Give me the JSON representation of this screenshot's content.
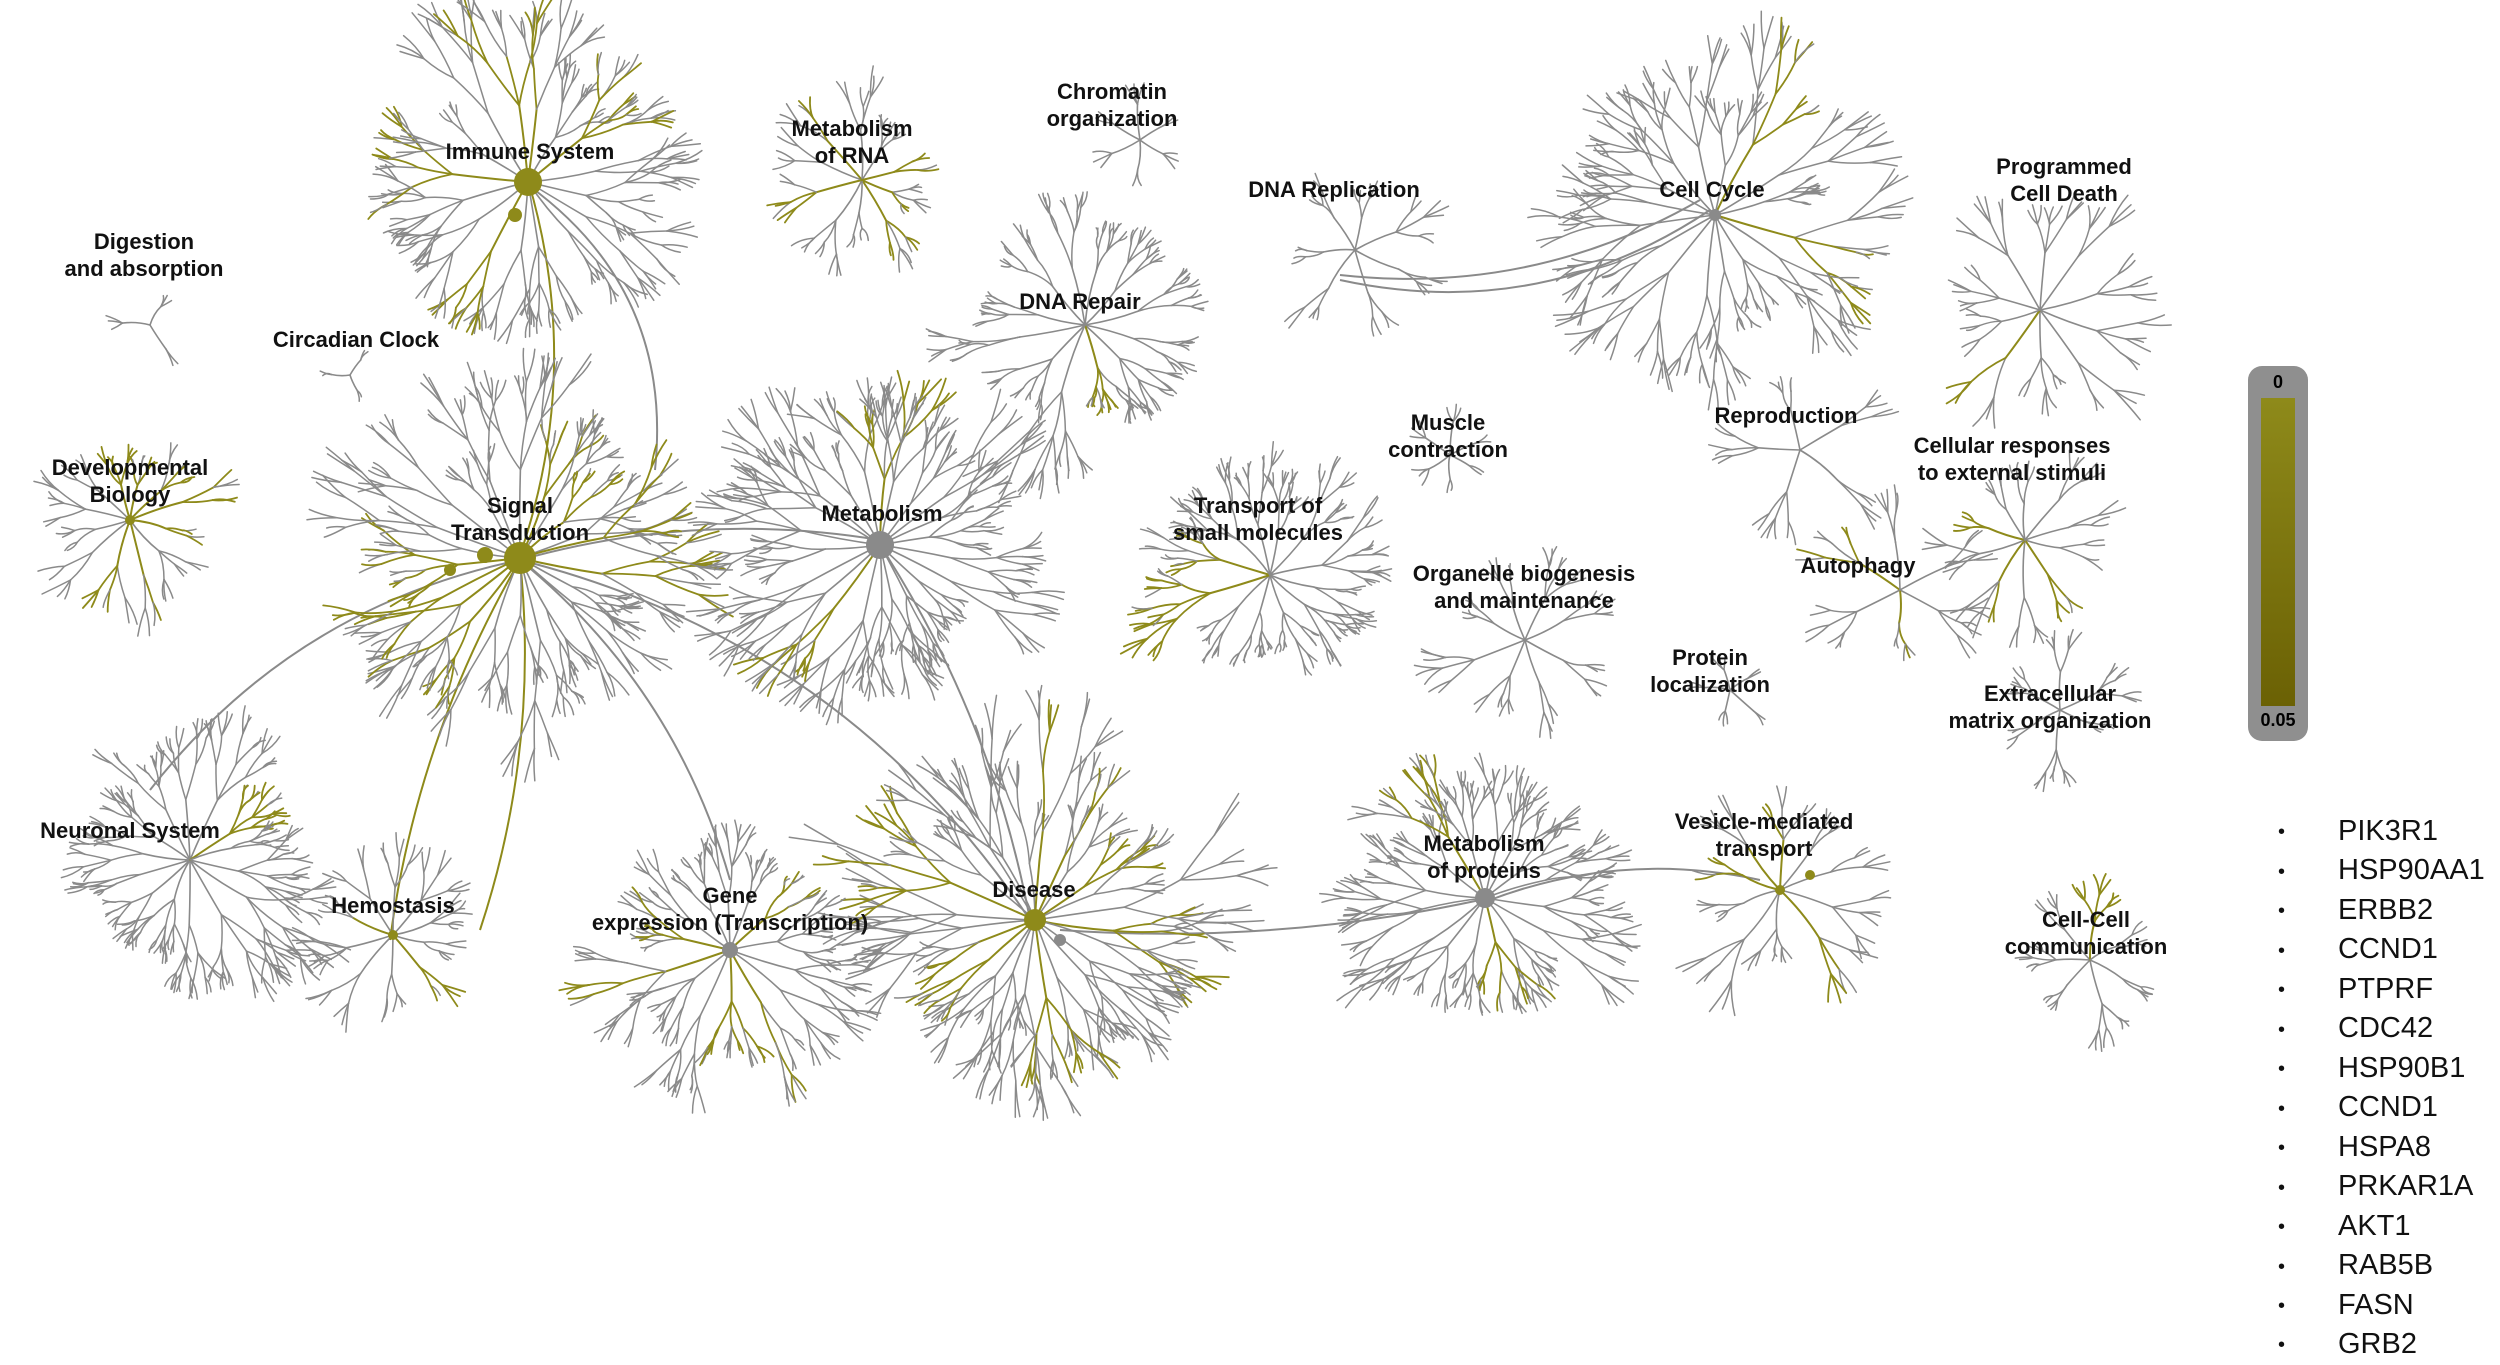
{
  "colors": {
    "grey": "#8a8a8a",
    "hit": "#8e8a1a",
    "legend_top": "#8e8a1a",
    "legend_bottom": "#6b6104",
    "legend_frame": "#8f8f8f"
  },
  "legend": {
    "top_label": "0",
    "bottom_label": "0.05"
  },
  "bullet": "•",
  "genes": [
    "PIK3R1",
    "HSP90AA1",
    "ERBB2",
    "CCND1",
    "PTPRF",
    "CDC42",
    "HSP90B1",
    "CCND1",
    "HSPA8",
    "PRKAR1A",
    "AKT1",
    "RAB5B",
    "FASN",
    "GRB2"
  ],
  "pathways": [
    {
      "id": "immune",
      "label": "Immune System"
    },
    {
      "id": "metabolism-rna",
      "label": "Metabolism\nof RNA"
    },
    {
      "id": "chromatin",
      "label": "Chromatin\norganization"
    },
    {
      "id": "dna-replication",
      "label": "DNA Replication"
    },
    {
      "id": "cell-cycle",
      "label": "Cell Cycle"
    },
    {
      "id": "programmed-death",
      "label": "Programmed\nCell Death"
    },
    {
      "id": "digestion",
      "label": "Digestion\nand absorption"
    },
    {
      "id": "circadian",
      "label": "Circadian Clock"
    },
    {
      "id": "dna-repair",
      "label": "DNA Repair"
    },
    {
      "id": "developmental",
      "label": "Developmental\nBiology"
    },
    {
      "id": "signal",
      "label": "Signal\nTransduction"
    },
    {
      "id": "metabolism",
      "label": "Metabolism"
    },
    {
      "id": "muscle",
      "label": "Muscle\ncontraction"
    },
    {
      "id": "reproduction",
      "label": "Reproduction"
    },
    {
      "id": "cellular-responses",
      "label": "Cellular responses\nto external stimuli"
    },
    {
      "id": "transport-small",
      "label": "Transport of\nsmall molecules"
    },
    {
      "id": "organelle",
      "label": "Organelle biogenesis\nand maintenance"
    },
    {
      "id": "autophagy",
      "label": "Autophagy"
    },
    {
      "id": "protein-localization",
      "label": "Protein\nlocalization"
    },
    {
      "id": "ecm",
      "label": "Extracellular\nmatrix organization"
    },
    {
      "id": "neuronal",
      "label": "Neuronal System"
    },
    {
      "id": "hemostasis",
      "label": "Hemostasis"
    },
    {
      "id": "gene-expression",
      "label": "Gene\nexpression (Transcription)"
    },
    {
      "id": "disease",
      "label": "Disease"
    },
    {
      "id": "metabolism-proteins",
      "label": "Metabolism\nof proteins"
    },
    {
      "id": "vesicle",
      "label": "Vesicle-mediated\ntransport"
    },
    {
      "id": "cell-cell",
      "label": "Cell-Cell\ncommunication"
    }
  ]
}
